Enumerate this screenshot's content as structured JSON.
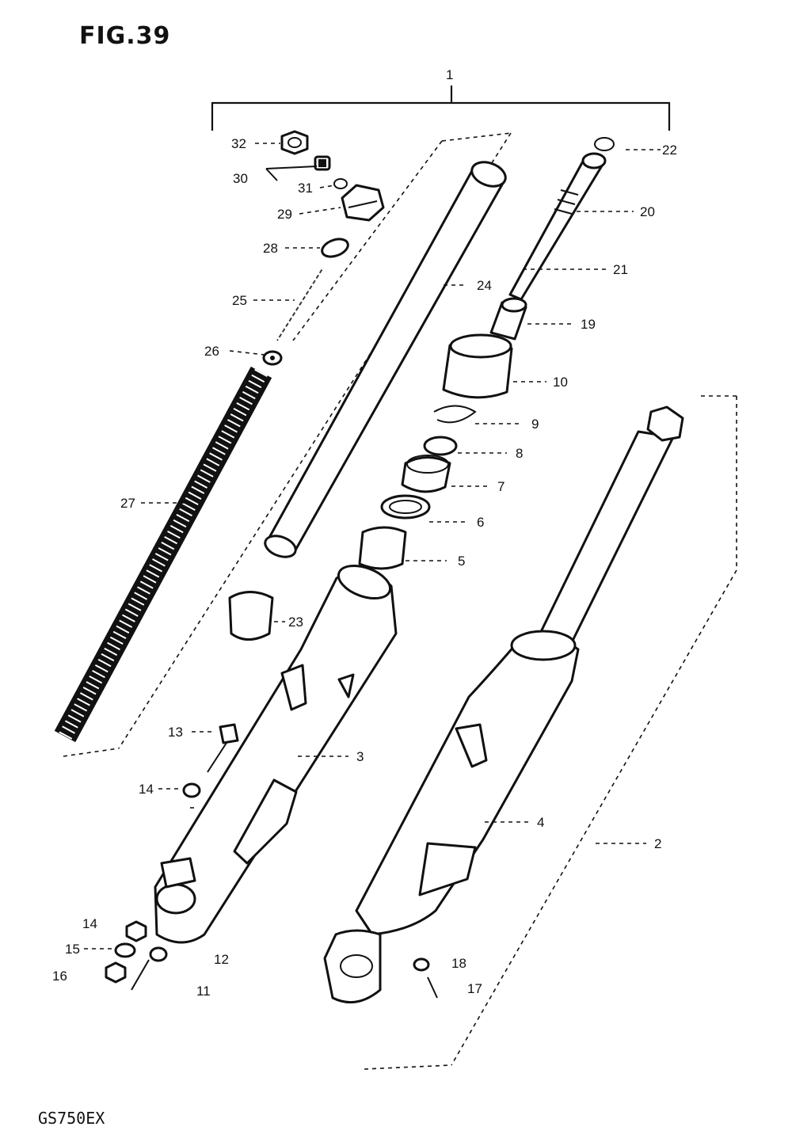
{
  "figure": {
    "title": "FIG.39",
    "model_code": "GS750EX"
  },
  "callouts": [
    {
      "id": "1",
      "label": "1"
    },
    {
      "id": "2",
      "label": "2"
    },
    {
      "id": "3",
      "label": "3"
    },
    {
      "id": "4",
      "label": "4"
    },
    {
      "id": "5",
      "label": "5"
    },
    {
      "id": "6",
      "label": "6"
    },
    {
      "id": "7",
      "label": "7"
    },
    {
      "id": "8",
      "label": "8"
    },
    {
      "id": "9",
      "label": "9"
    },
    {
      "id": "10",
      "label": "10"
    },
    {
      "id": "11",
      "label": "11"
    },
    {
      "id": "12",
      "label": "12"
    },
    {
      "id": "13",
      "label": "13"
    },
    {
      "id": "14a",
      "label": "14"
    },
    {
      "id": "14b",
      "label": "14"
    },
    {
      "id": "15",
      "label": "15"
    },
    {
      "id": "16",
      "label": "16"
    },
    {
      "id": "17",
      "label": "17"
    },
    {
      "id": "18",
      "label": "18"
    },
    {
      "id": "19",
      "label": "19"
    },
    {
      "id": "20",
      "label": "20"
    },
    {
      "id": "21",
      "label": "21"
    },
    {
      "id": "22",
      "label": "22"
    },
    {
      "id": "23",
      "label": "23"
    },
    {
      "id": "24",
      "label": "24"
    },
    {
      "id": "25",
      "label": "25"
    },
    {
      "id": "26",
      "label": "26"
    },
    {
      "id": "27",
      "label": "27"
    },
    {
      "id": "28",
      "label": "28"
    },
    {
      "id": "29",
      "label": "29"
    },
    {
      "id": "30",
      "label": "30"
    },
    {
      "id": "31",
      "label": "31"
    },
    {
      "id": "32",
      "label": "32"
    }
  ]
}
